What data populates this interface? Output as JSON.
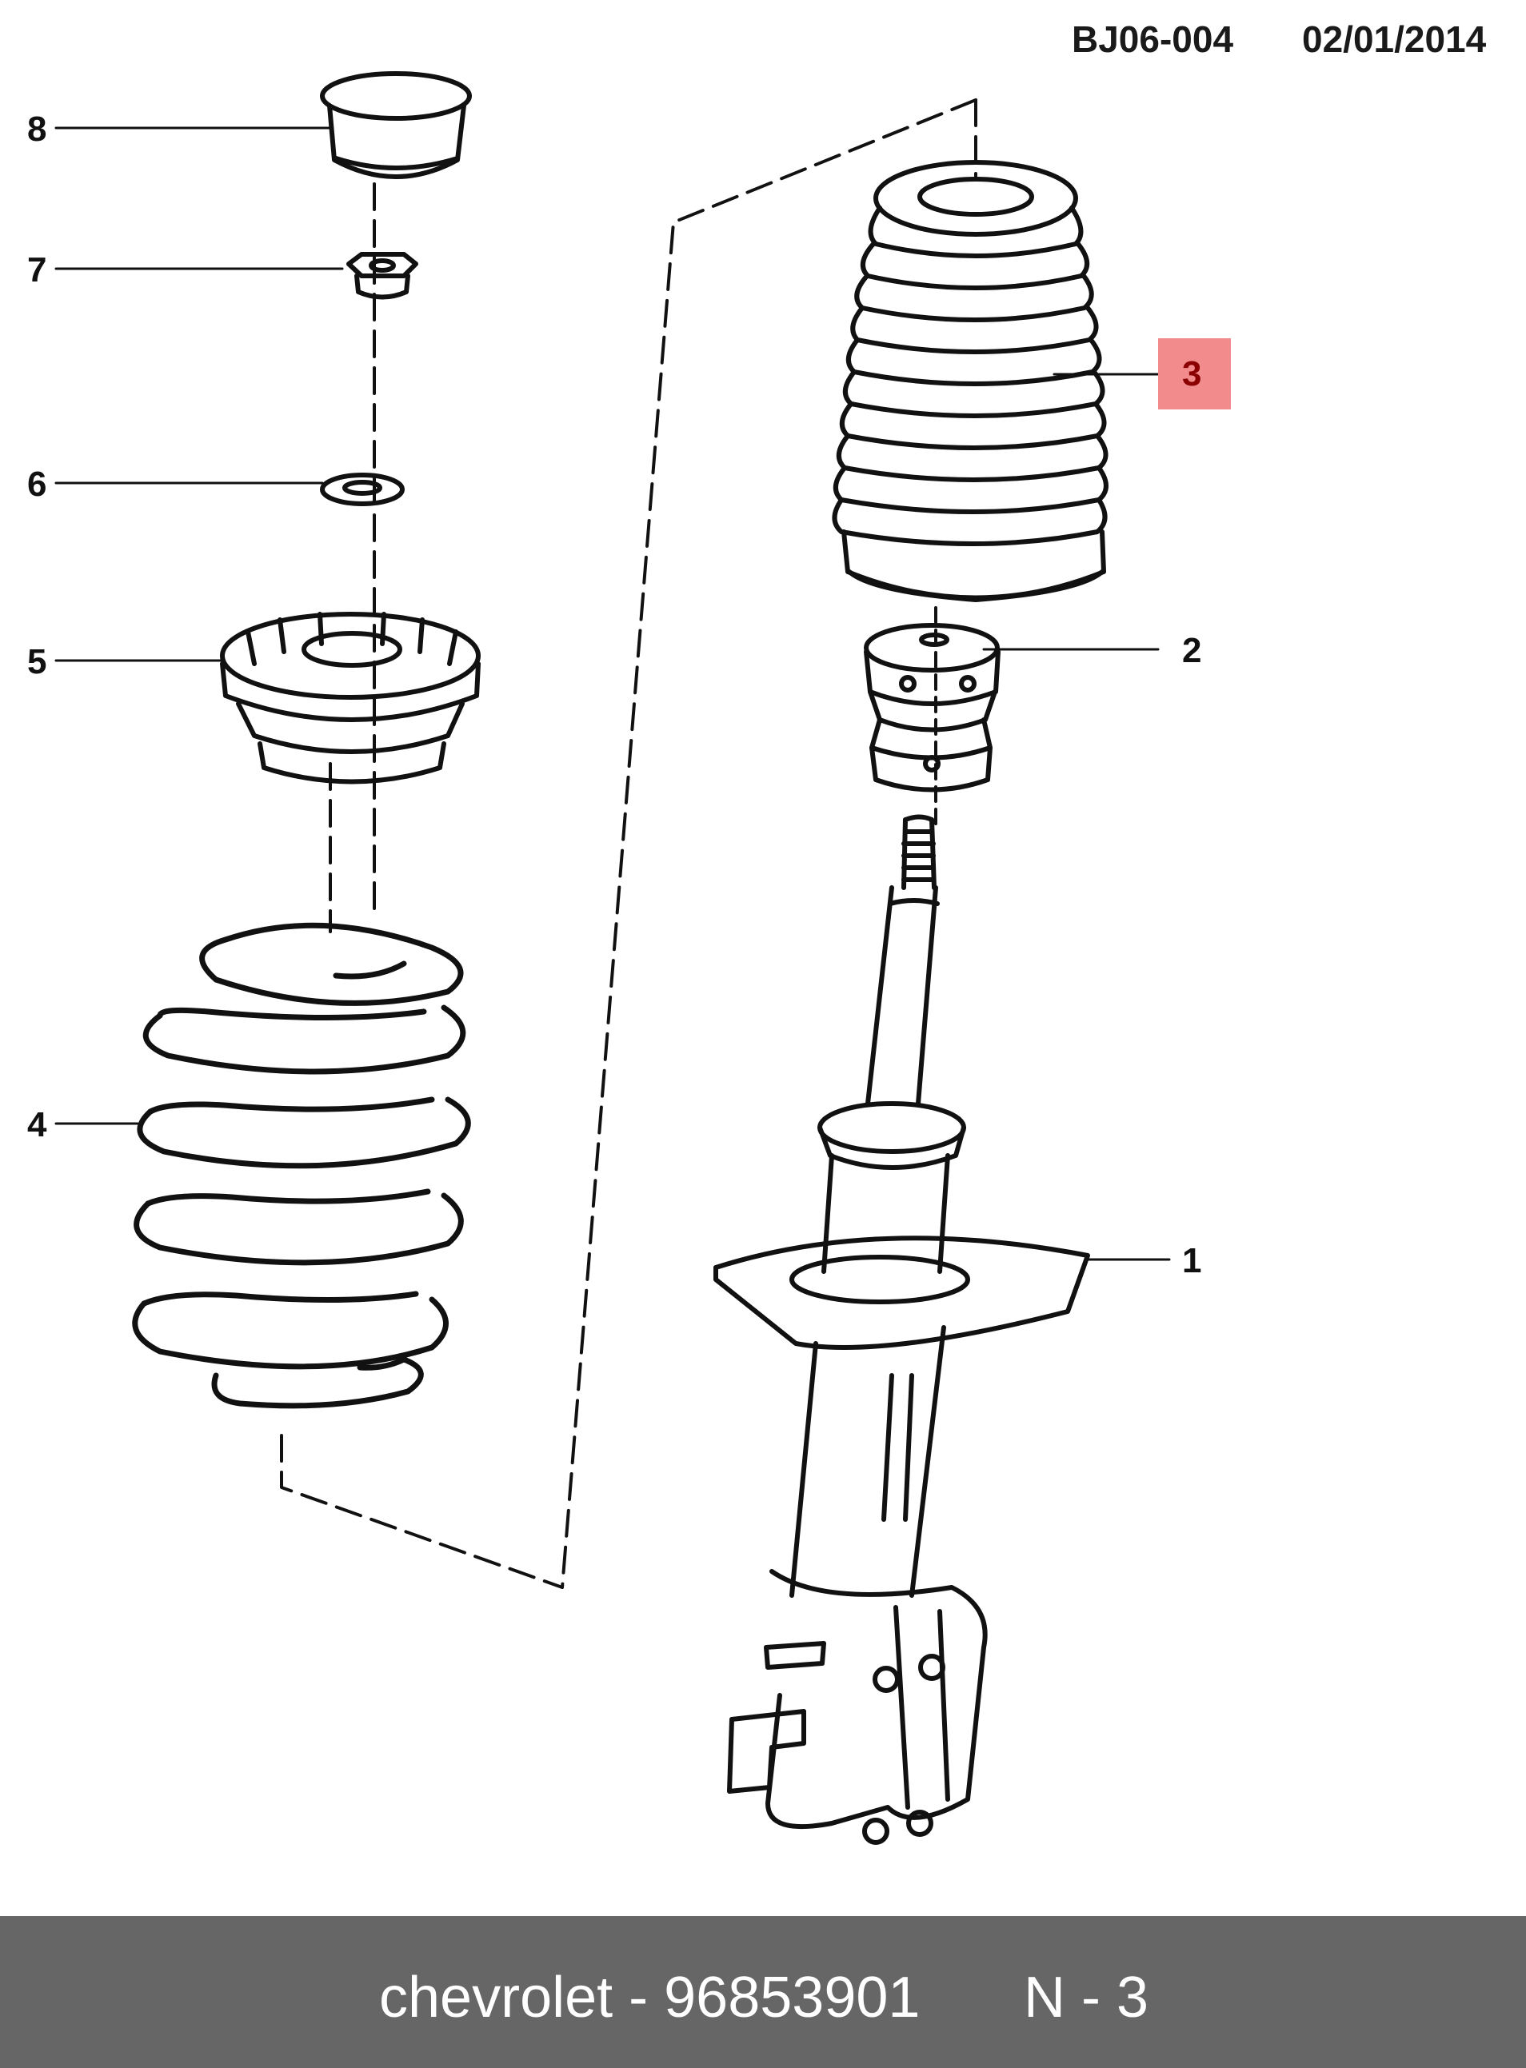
{
  "header": {
    "code": "BJ06-004",
    "date": "02/01/2014"
  },
  "callouts": [
    "8",
    "7",
    "6",
    "5",
    "4",
    "3",
    "2",
    "1"
  ],
  "highlighted_callout": "3",
  "colors": {
    "highlight": "#f28b8b",
    "footer_bg": "#666666",
    "line": "#111111"
  },
  "footer": {
    "part": "chevrolet - 96853901",
    "ref": "N - 3"
  }
}
